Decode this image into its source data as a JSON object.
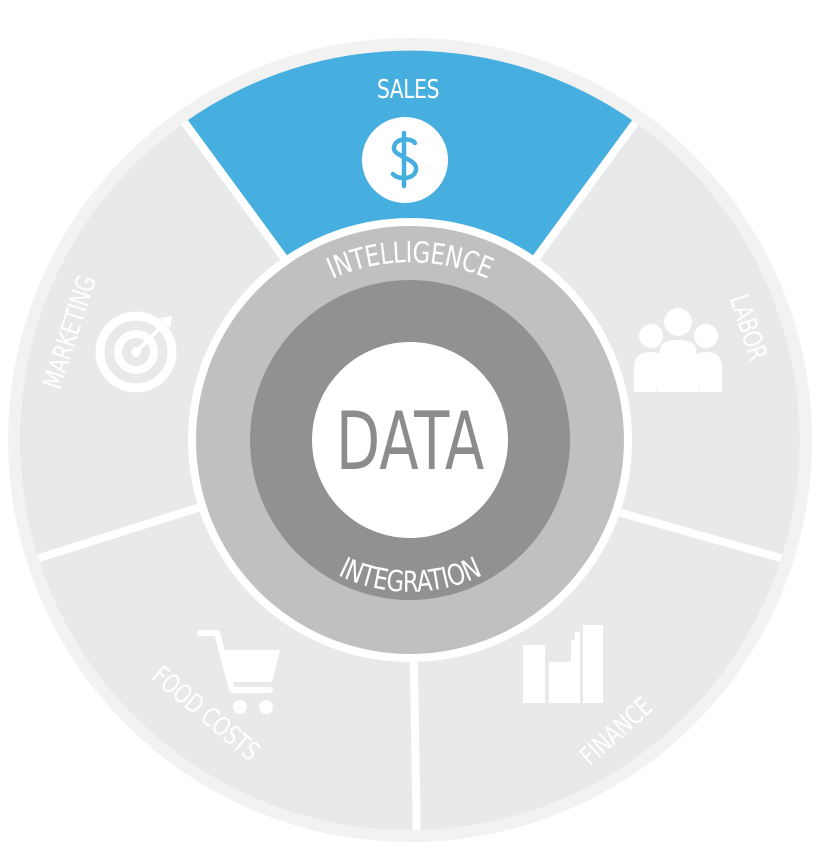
{
  "wheel": {
    "center_label": "DATA",
    "outer_ring_label": "INTELLIGENCE",
    "inner_ring_label": "INTEGRATION",
    "segments": [
      {
        "id": "sales",
        "label": "SALES",
        "icon": "dollar-icon",
        "active": true
      },
      {
        "id": "labor",
        "label": "LABOR",
        "icon": "people-icon",
        "active": false
      },
      {
        "id": "finance",
        "label": "FINANCE",
        "icon": "bar-chart-icon",
        "active": false
      },
      {
        "id": "food-costs",
        "label": "FOOD COSTS",
        "icon": "shopping-cart-icon",
        "active": false
      },
      {
        "id": "marketing",
        "label": "MARKETING",
        "icon": "target-icon",
        "active": false
      }
    ]
  },
  "colors": {
    "active_segment": "#47aee0",
    "inactive_segment": "#e8e9ea",
    "separator": "#ffffff",
    "border": "#f2f2f3",
    "outer_ring": "#bfc0c2",
    "inner_ring": "#909193",
    "center": "#ffffff",
    "center_text": "#8c8c8e",
    "icon_inactive": "#ffffff",
    "icon_active_bg": "#ffffff",
    "icon_active_fg": "#47aee0"
  }
}
